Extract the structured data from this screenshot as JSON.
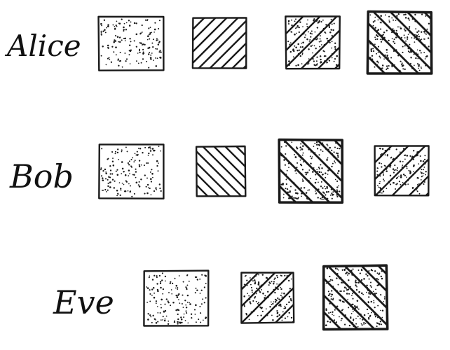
{
  "rows": [
    {
      "name": "Alice",
      "tiles": [
        {
          "pattern": "dots"
        },
        {
          "pattern": "lines-up"
        },
        {
          "pattern": "lines-up-dots"
        },
        {
          "pattern": "lines-down-dots",
          "bold": true
        }
      ]
    },
    {
      "name": "Bob",
      "tiles": [
        {
          "pattern": "dots"
        },
        {
          "pattern": "lines-down"
        },
        {
          "pattern": "lines-down-dots",
          "bold": true
        },
        {
          "pattern": "lines-up-dots"
        }
      ]
    },
    {
      "name": "Eve",
      "tiles": [
        {
          "pattern": "dots"
        },
        {
          "pattern": "lines-up-dots"
        },
        {
          "pattern": "lines-down-dots",
          "bold": true
        }
      ]
    }
  ],
  "colors": {
    "ink": "#1a1a1a",
    "background": "#ffffff"
  }
}
